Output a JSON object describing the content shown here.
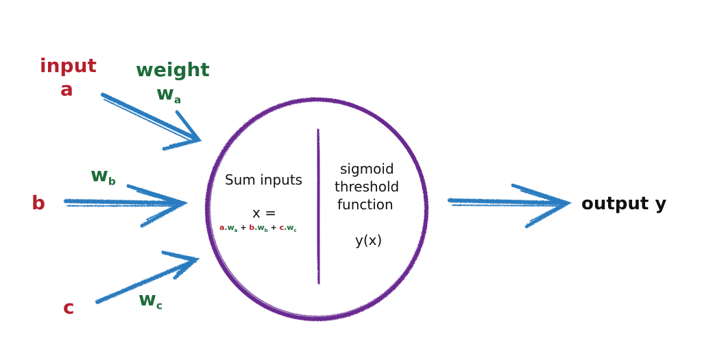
{
  "colors": {
    "input": "#b5202d",
    "weight": "#1e6b3a",
    "arrow": "#2a7bbf",
    "neuron": "#6a2c91",
    "text": "#111111"
  },
  "labels": {
    "input_heading": "input",
    "weight_heading": "weight",
    "input_a": "a",
    "input_b": "b",
    "input_c": "c",
    "weight_w": "w",
    "sub_a": "a",
    "sub_b": "b",
    "sub_c": "c"
  },
  "neuron": {
    "sum_title": "Sum inputs",
    "x_equals": "x =",
    "formula": {
      "a": "a",
      "b": "b",
      "c": "c",
      "dot_w": ".w",
      "plus": "+"
    },
    "sigmoid_line1": "sigmoid",
    "sigmoid_line2": "threshold",
    "sigmoid_line3": "function",
    "y_of_x": "y(x)"
  },
  "output": {
    "label": "output y"
  }
}
